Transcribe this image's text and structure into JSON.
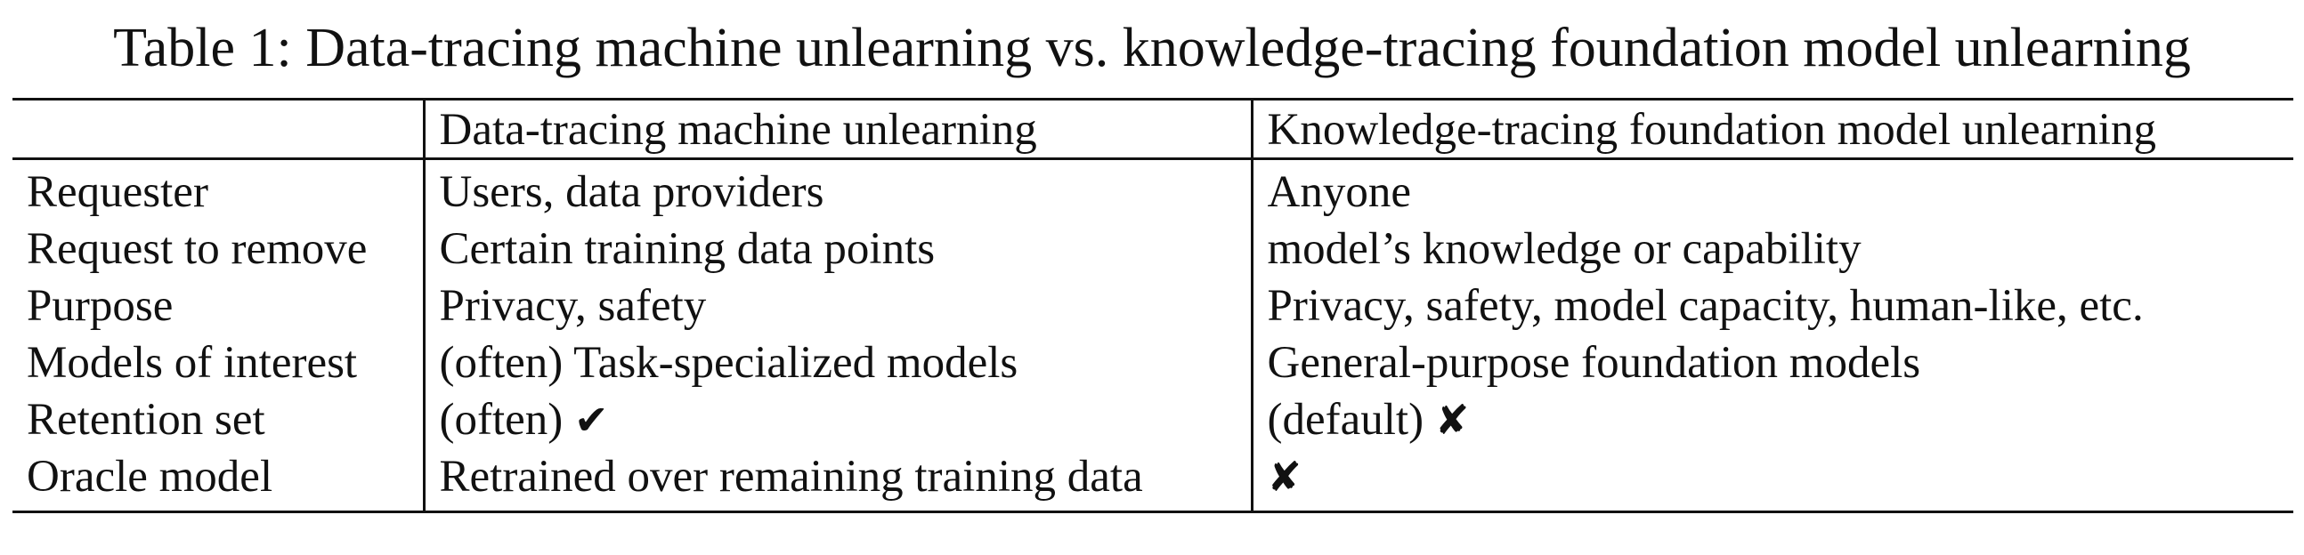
{
  "caption": "Table 1: Data-tracing machine unlearning vs. knowledge-tracing foundation model unlearning",
  "table": {
    "columns": [
      "",
      "Data-tracing machine unlearning",
      "Knowledge-tracing foundation model unlearning"
    ],
    "rows": [
      {
        "label": "Requester",
        "data_tracing": "Users, data providers",
        "knowledge_tracing": "Anyone"
      },
      {
        "label": "Request to remove",
        "data_tracing": "Certain training data points",
        "knowledge_tracing": "model’s knowledge or capability"
      },
      {
        "label": "Purpose",
        "data_tracing": "Privacy, safety",
        "knowledge_tracing": "Privacy, safety, model capacity, human-like, etc."
      },
      {
        "label": "Models of interest",
        "data_tracing": "(often) Task-specialized models",
        "knowledge_tracing": "General-purpose foundation models"
      },
      {
        "label": "Retention set",
        "data_tracing": "(often)",
        "data_tracing_mark": "✔",
        "knowledge_tracing": "(default)",
        "knowledge_tracing_mark": "✘"
      },
      {
        "label": "Oracle model",
        "data_tracing": "Retrained over remaining training data",
        "knowledge_tracing_mark": "✘"
      }
    ]
  }
}
